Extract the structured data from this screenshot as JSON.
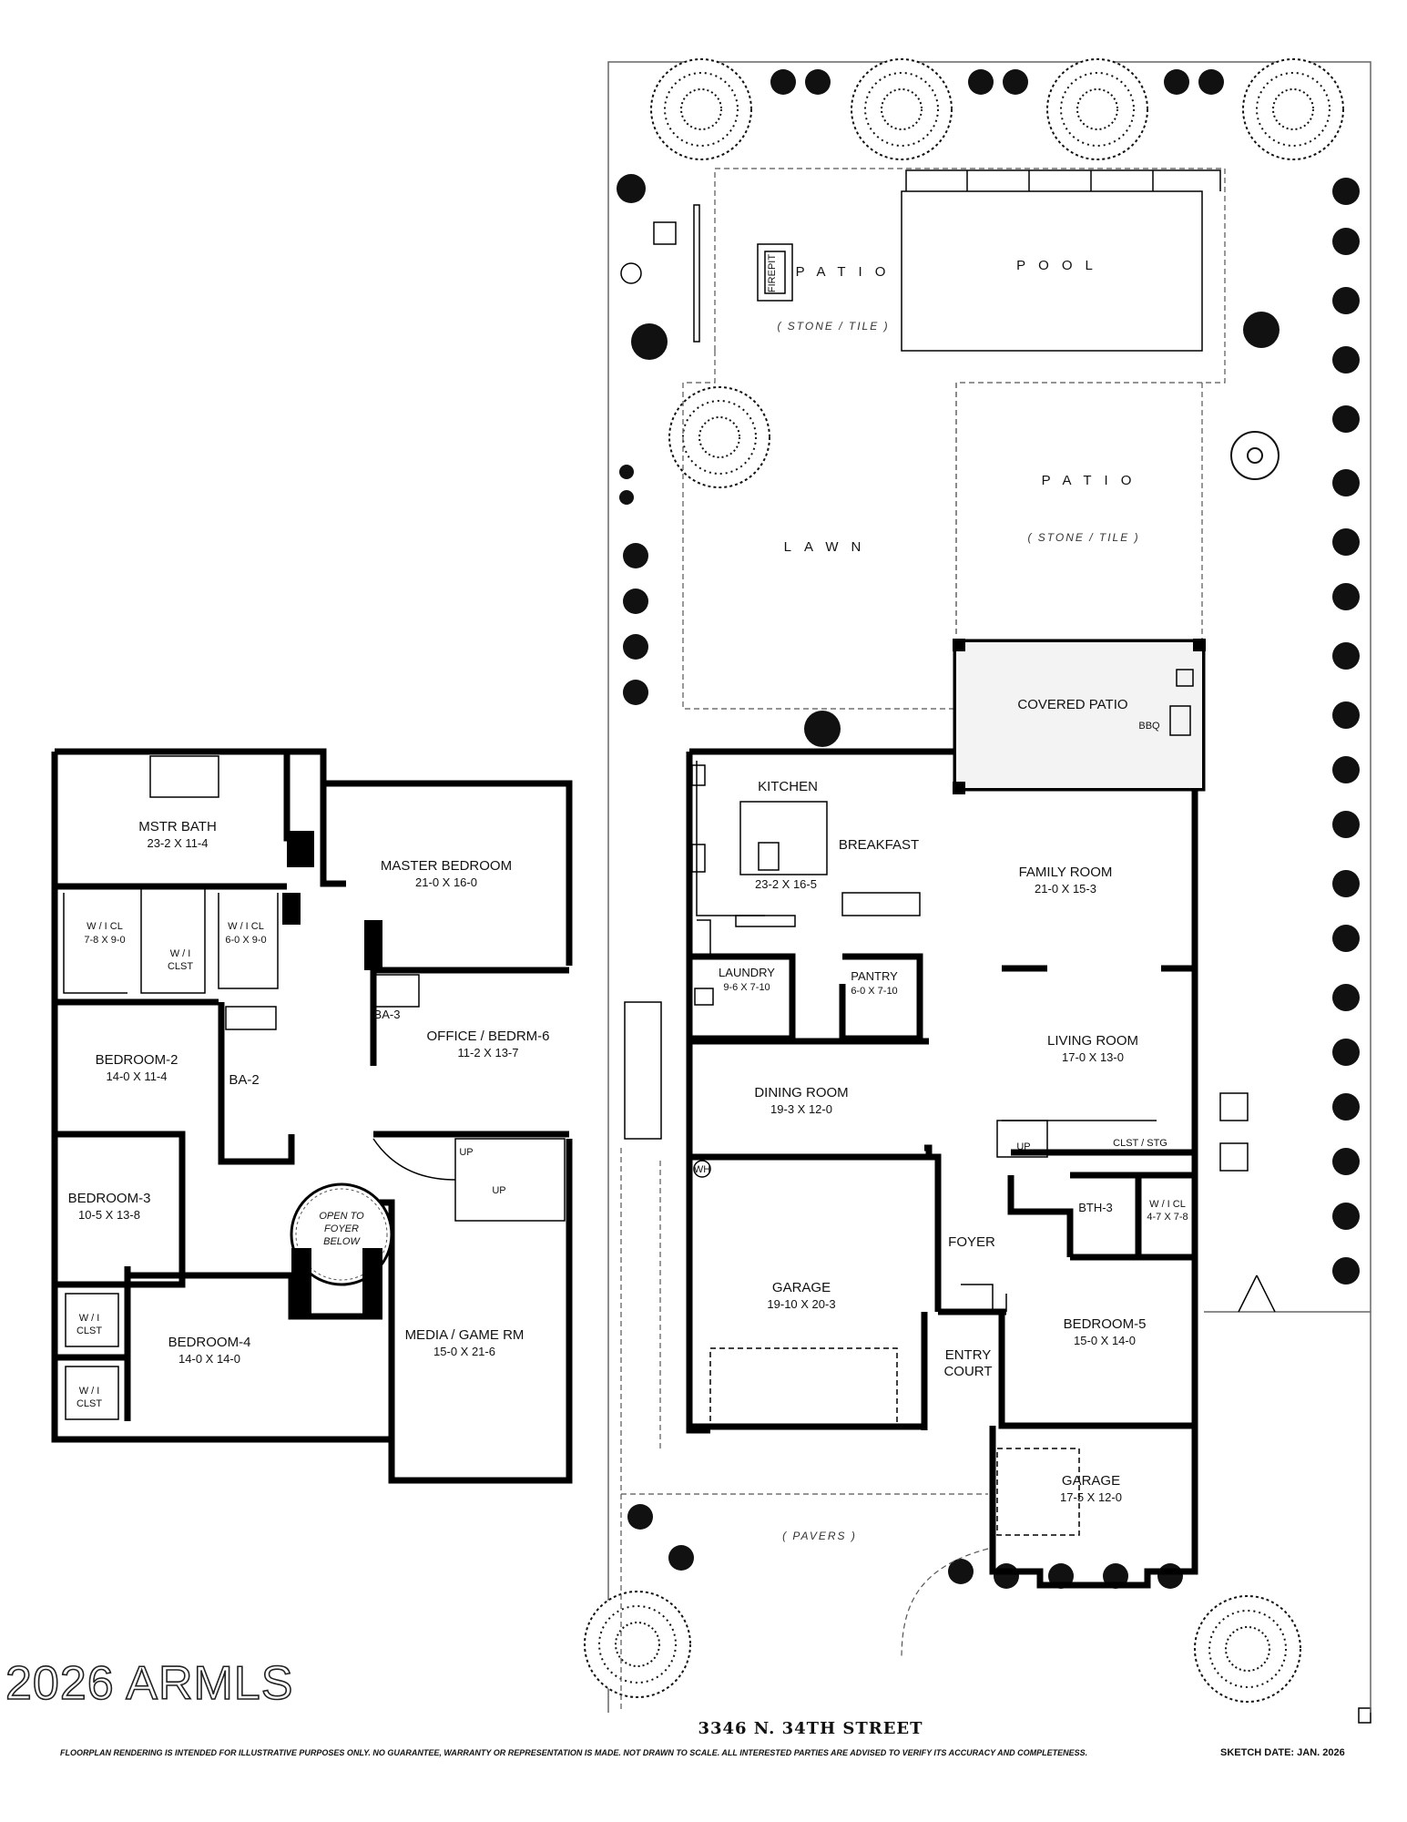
{
  "upper_floor": {
    "rooms": [
      {
        "name": "MSTR BATH",
        "dims": "23-2 X 11-4"
      },
      {
        "name": "MASTER BEDROOM",
        "dims": "21-0 X 16-0"
      },
      {
        "name": "W / I CL",
        "dims": "7-8 X 9-0"
      },
      {
        "name": "W / I CL",
        "dims": "6-0 X 9-0"
      },
      {
        "name": "W / I",
        "dims": "CLST"
      },
      {
        "name": "BA-3",
        "dims": ""
      },
      {
        "name": "OFFICE / BEDRM-6",
        "dims": "11-2 X 13-7"
      },
      {
        "name": "BEDROOM-2",
        "dims": "14-0 X 11-4"
      },
      {
        "name": "BA-2",
        "dims": ""
      },
      {
        "name": "BEDROOM-3",
        "dims": "10-5 X 13-8"
      },
      {
        "name": "OPEN TO",
        "dims": "FOYER"
      },
      {
        "name": "BELOW",
        "dims": ""
      },
      {
        "name": "MEDIA / GAME RM",
        "dims": "15-0 X 21-6"
      },
      {
        "name": "W / I",
        "dims": "CLST"
      },
      {
        "name": "BEDROOM-4",
        "dims": "14-0 X 14-0"
      },
      {
        "name": "W / I",
        "dims": "CLST"
      }
    ],
    "stair_labels": [
      "UP",
      "UP"
    ]
  },
  "main_floor": {
    "rooms": [
      {
        "name": "KITCHEN",
        "dims": ""
      },
      {
        "name": "BREAKFAST",
        "dims": ""
      },
      {
        "name": "",
        "dims": "23-2 X 16-5"
      },
      {
        "name": "FAMILY ROOM",
        "dims": "21-0 X 15-3"
      },
      {
        "name": "LAUNDRY",
        "dims": "9-6 X 7-10"
      },
      {
        "name": "PANTRY",
        "dims": "6-0 X 7-10"
      },
      {
        "name": "LIVING ROOM",
        "dims": "17-0 X 13-0"
      },
      {
        "name": "DINING ROOM",
        "dims": "19-3 X 12-0"
      },
      {
        "name": "CLST / STG",
        "dims": ""
      },
      {
        "name": "BTH-3",
        "dims": ""
      },
      {
        "name": "W / I CL",
        "dims": "4-7 X 7-8"
      },
      {
        "name": "FOYER",
        "dims": ""
      },
      {
        "name": "GARAGE",
        "dims": "19-10 X 20-3"
      },
      {
        "name": "ENTRY",
        "dims": "COURT"
      },
      {
        "name": "BEDROOM-5",
        "dims": "15-0 X 14-0"
      },
      {
        "name": "GARAGE",
        "dims": "17-5 X 12-0"
      },
      {
        "name": "COVERED PATIO",
        "dims": ""
      }
    ],
    "fixtures": {
      "water_heater": "WH",
      "bbq": "BBQ",
      "stair": "UP"
    }
  },
  "yard": {
    "patio_1": "PATIO",
    "patio_1_material": "( STONE / TILE )",
    "pool": "POOL",
    "firepit": "FIREPIT",
    "lawn": "LAWN",
    "patio_2": "PATIO",
    "patio_2_material": "( STONE / TILE )",
    "pavers": "( PAVERS )"
  },
  "footer": {
    "watermark": "2026 ARMLS",
    "address": "3346 N. 34TH STREET",
    "disclaimer": "FLOORPLAN RENDERING IS INTENDED FOR ILLUSTRATIVE PURPOSES ONLY.  NO GUARANTEE, WARRANTY OR REPRESENTATION IS MADE.  NOT DRAWN TO SCALE.  ALL INTERESTED PARTIES ARE ADVISED TO VERIFY ITS ACCURACY AND COMPLETENESS.",
    "sketch_date": "SKETCH DATE:  JAN. 2026"
  }
}
